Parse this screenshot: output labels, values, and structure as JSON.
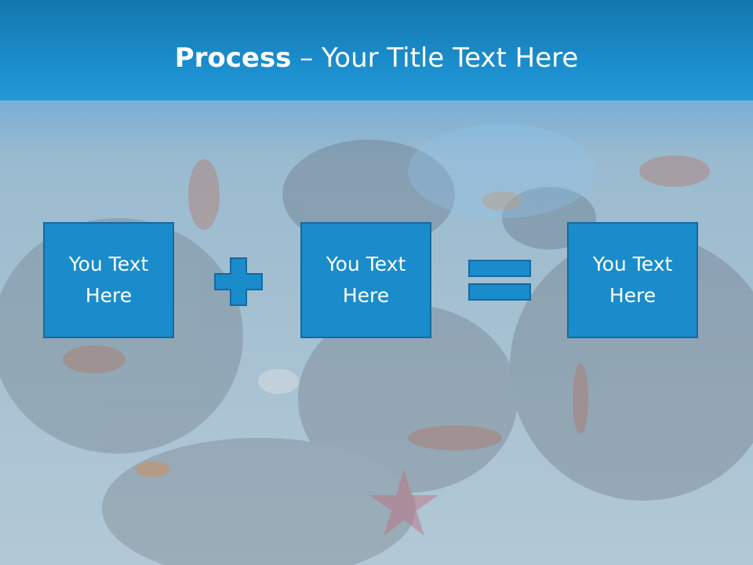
{
  "slide": {
    "title_bold": "Process",
    "title_rest": " – Your Title Text Here",
    "boxes": [
      {
        "line1": "You Text",
        "line2": "Here"
      },
      {
        "line1": "You Text",
        "line2": "Here"
      },
      {
        "line1": "You Text",
        "line2": "Here"
      }
    ],
    "operators": [
      "plus-icon",
      "equals-icon"
    ],
    "colors": {
      "accent": "#1a8ccb",
      "accent_border": "#1569a0",
      "header": "#1a8ccb",
      "title_text": "#ffffff"
    }
  }
}
